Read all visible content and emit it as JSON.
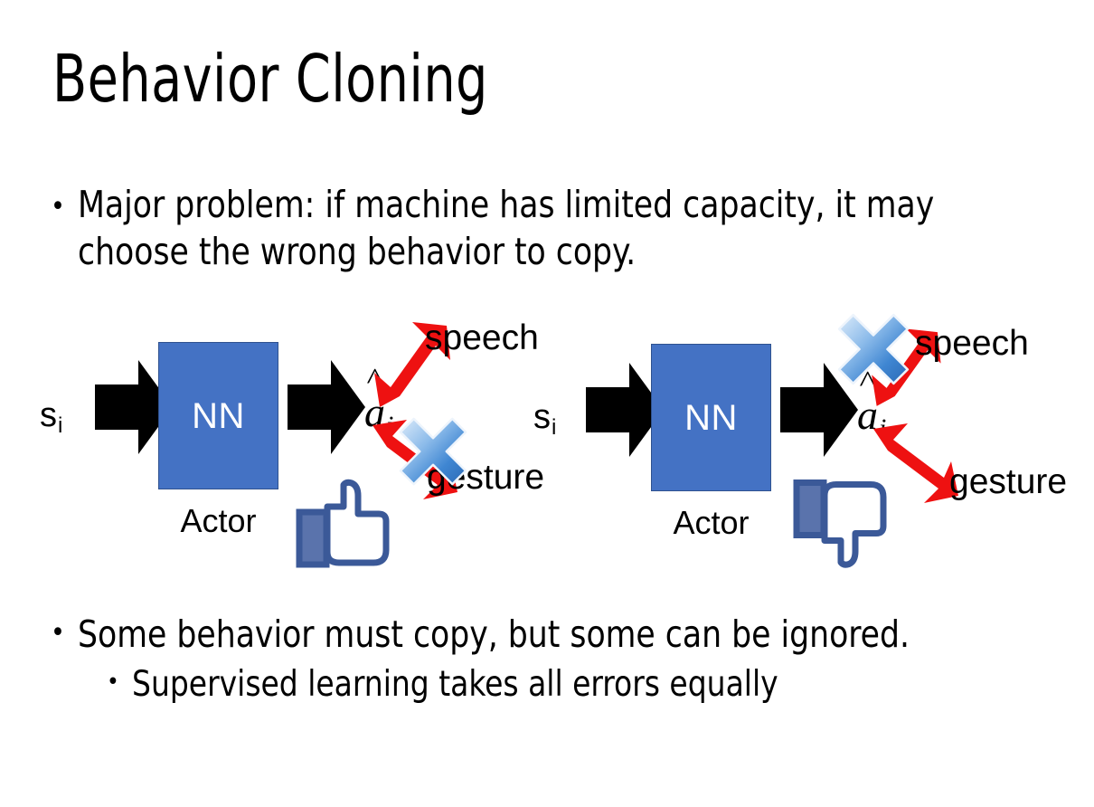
{
  "slide": {
    "title": "Behavior Cloning",
    "background_color": "#FFFFFF"
  },
  "bullets": {
    "top": {
      "marker": "•",
      "text": "Major problem: if machine has limited capacity, it may choose the wrong behavior to copy."
    },
    "bottom": {
      "marker": "•",
      "text": "Some behavior must copy, but some can be ignored.",
      "sub_marker": "•",
      "sub_text": "Supervised learning takes all errors equally"
    }
  },
  "colors": {
    "nn_box_fill": "#4472C4",
    "nn_box_border": "#2F528F",
    "arrow_black": "#000000",
    "arrow_red": "#EE1111",
    "cross_blue_light": "#CFE2F7",
    "cross_blue_mid": "#6FA8E0",
    "cross_blue_dark": "#2E6FBF",
    "thumb_blue": "#3B5998",
    "thumb_fill": "#FFFFFF",
    "text_black": "#000000"
  },
  "diagrams": [
    {
      "id": "left",
      "state_label": "s",
      "state_subscript": "i",
      "box_label": "NN",
      "box_caption": "Actor",
      "action_label": "a",
      "action_subscript": "i",
      "outputs": [
        {
          "name": "speech",
          "label": "speech",
          "crossed_out": false
        },
        {
          "name": "gesture",
          "label": "gesture",
          "crossed_out": true
        }
      ],
      "feedback_icon": "thumbs-up-icon",
      "feedback_verdict": "positive"
    },
    {
      "id": "right",
      "state_label": "s",
      "state_subscript": "i",
      "box_label": "NN",
      "box_caption": "Actor",
      "action_label": "a",
      "action_subscript": "i",
      "outputs": [
        {
          "name": "speech",
          "label": "speech",
          "crossed_out": true
        },
        {
          "name": "gesture",
          "label": "gesture",
          "crossed_out": false
        }
      ],
      "feedback_icon": "thumbs-down-icon",
      "feedback_verdict": "negative"
    }
  ]
}
